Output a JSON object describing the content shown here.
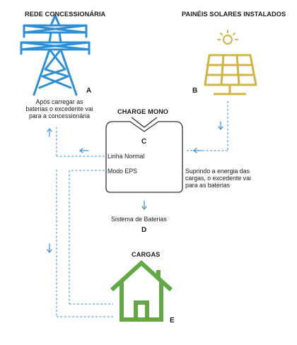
{
  "nodes": {
    "grid": {
      "title": "REDE CONCESSIONÁRIA",
      "letter": "A",
      "note": [
        "Após carregar as",
        "baterias o excedente vai",
        "para a concessionária"
      ]
    },
    "solar": {
      "title": "PAINÉIS SOLARES INSTALADOS",
      "letter": "B"
    },
    "inverter": {
      "title": "CHARGE MONO",
      "letter": "C",
      "mode_normal": "Linha Normal",
      "mode_eps": "Modo EPS",
      "note": [
        "Suprindo a energia das",
        "cargas, o excedente vai",
        "para as baterias"
      ]
    },
    "battery": {
      "title": "Sistema de Baterias",
      "letter": "D"
    },
    "loads": {
      "title": "CARGAS",
      "letter": "E"
    }
  },
  "colors": {
    "grid_icon": "#2f8fd4",
    "solar_icon": "#cfb545",
    "house_icon": "#63a844",
    "flow_line": "#3b8fd0",
    "inverter_border": "#333333"
  }
}
